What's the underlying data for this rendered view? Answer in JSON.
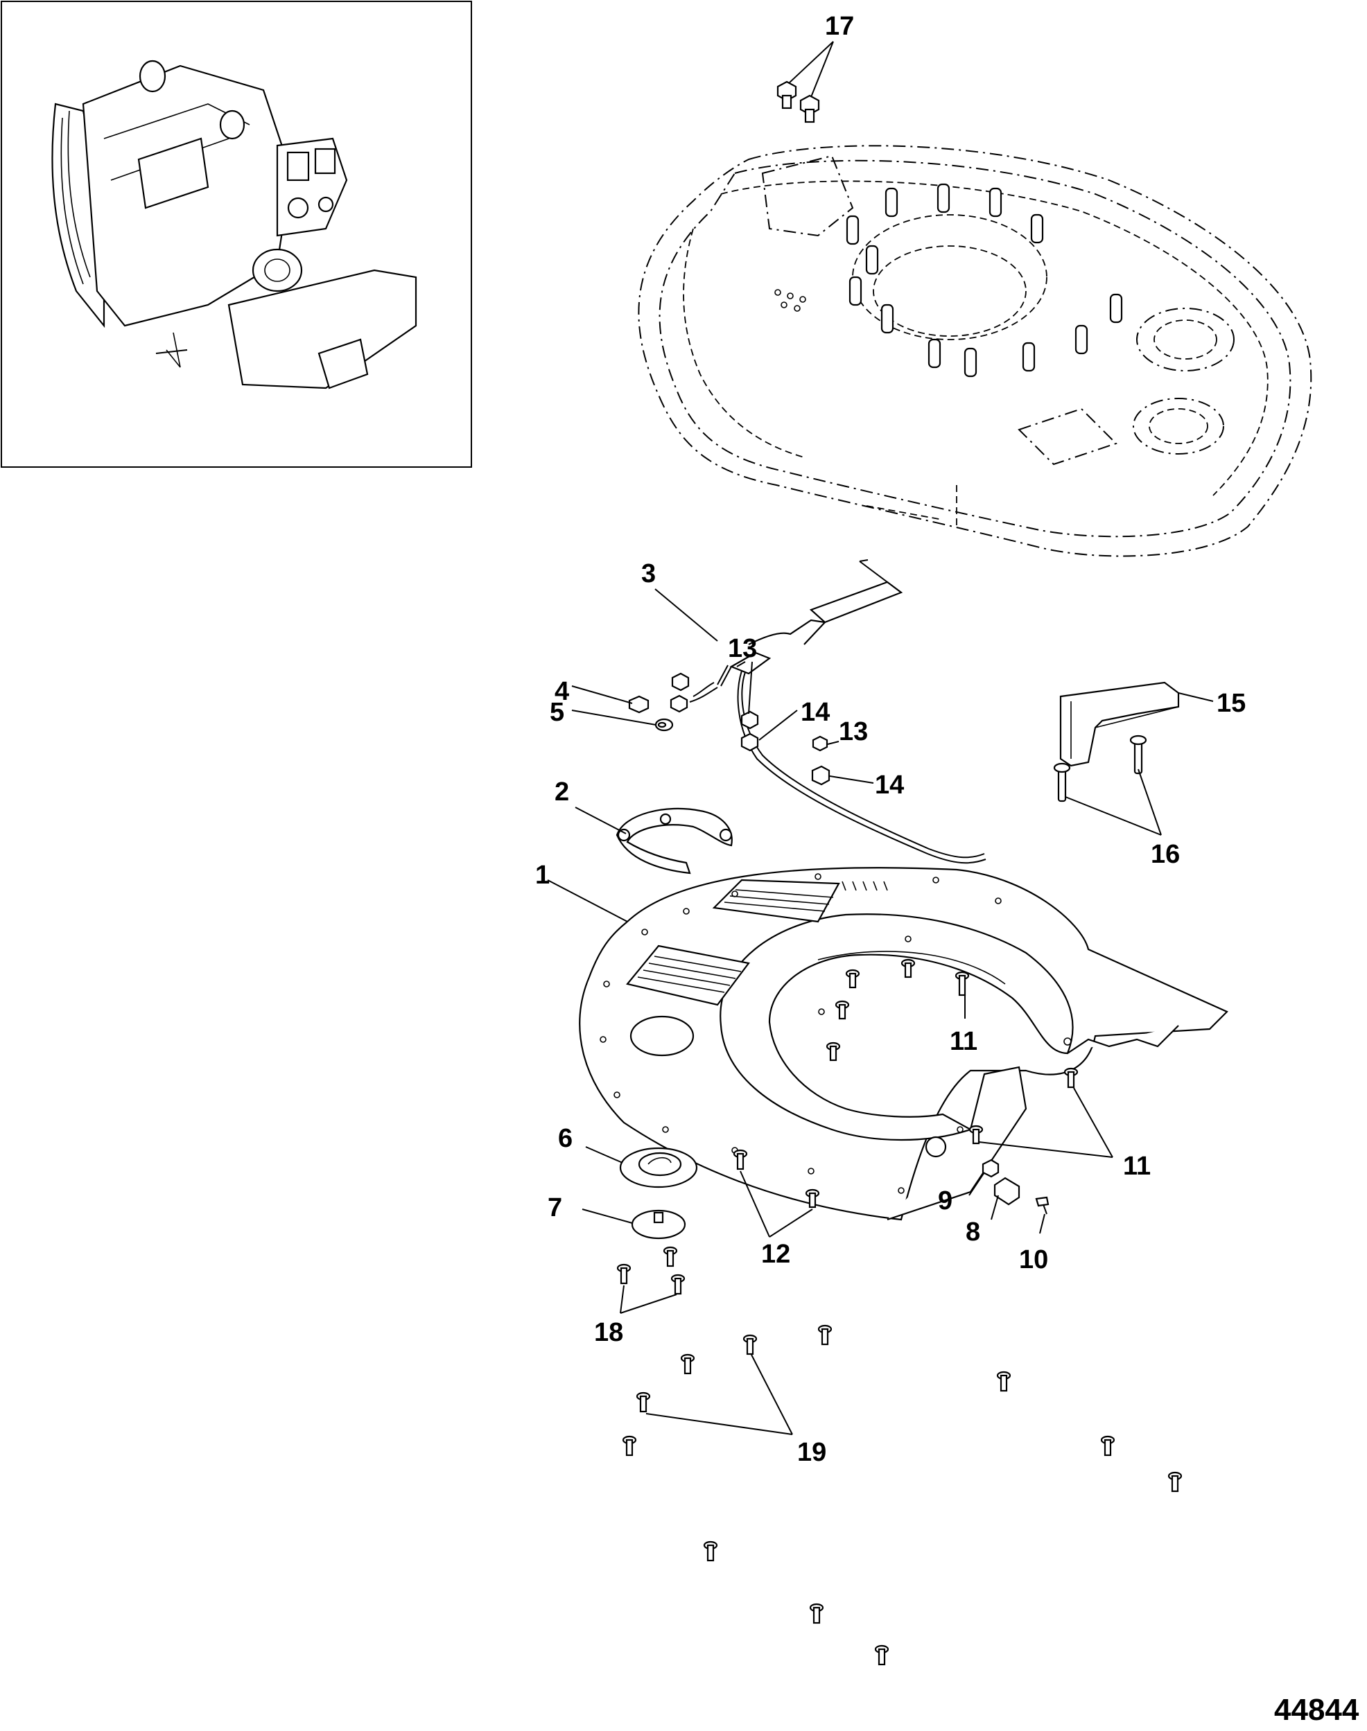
{
  "figure_number": "44844",
  "callouts": [
    {
      "id": "c1",
      "text": "1"
    },
    {
      "id": "c2",
      "text": "2"
    },
    {
      "id": "c3",
      "text": "3"
    },
    {
      "id": "c4",
      "text": "4"
    },
    {
      "id": "c5",
      "text": "5"
    },
    {
      "id": "c6",
      "text": "6"
    },
    {
      "id": "c7",
      "text": "7"
    },
    {
      "id": "c8",
      "text": "8"
    },
    {
      "id": "c9",
      "text": "9"
    },
    {
      "id": "c10",
      "text": "10"
    },
    {
      "id": "c11a",
      "text": "11"
    },
    {
      "id": "c11b",
      "text": "11"
    },
    {
      "id": "c12",
      "text": "12"
    },
    {
      "id": "c13a",
      "text": "13"
    },
    {
      "id": "c13b",
      "text": "13"
    },
    {
      "id": "c14a",
      "text": "14"
    },
    {
      "id": "c14b",
      "text": "14"
    },
    {
      "id": "c15",
      "text": "15"
    },
    {
      "id": "c16",
      "text": "16"
    },
    {
      "id": "c17",
      "text": "17"
    },
    {
      "id": "c18",
      "text": "18"
    },
    {
      "id": "c19",
      "text": "19"
    }
  ]
}
